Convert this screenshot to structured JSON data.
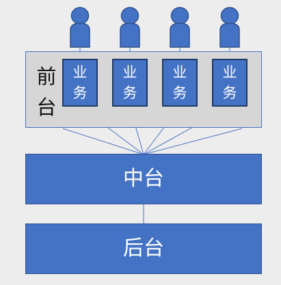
{
  "front": {
    "label_line1": "前",
    "label_line2": "台"
  },
  "business_blocks": [
    {
      "line1": "业",
      "line2": "务"
    },
    {
      "line1": "业",
      "line2": "务"
    },
    {
      "line1": "业",
      "line2": "务"
    },
    {
      "line1": "业",
      "line2": "务"
    }
  ],
  "middle": {
    "label": "中台"
  },
  "back": {
    "label": "后台"
  },
  "colors": {
    "block_fill": "#4472c4",
    "block_border": "#203864",
    "panel_fill": "#d6d6d6",
    "background": "#ededed",
    "connector": "#4472c4",
    "person": "#4472c4"
  },
  "icons": [
    "person-icon"
  ]
}
